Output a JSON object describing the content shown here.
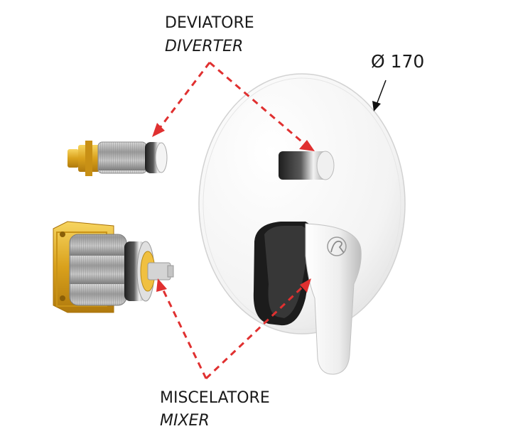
{
  "labels": {
    "diverter_it": "DEVIATORE",
    "diverter_en": "DIVERTER",
    "mixer_it": "MISCELATORE",
    "mixer_en": "MIXER",
    "diameter": "Ø 170"
  },
  "colors": {
    "arrow": "#e03030",
    "brass": "#e8b428",
    "chrome_dark": "#2a2a2a",
    "plate": "#f4f4f4"
  },
  "icons": {
    "brand_logo": "rs-logo-icon"
  }
}
